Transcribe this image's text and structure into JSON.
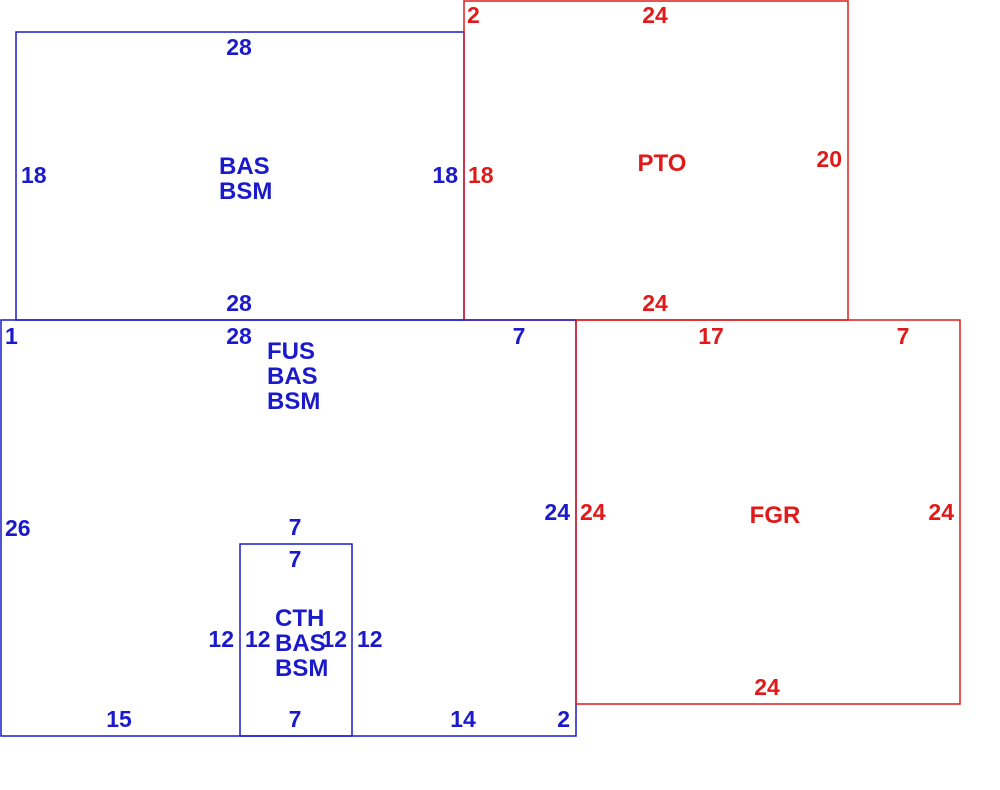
{
  "colors": {
    "living": "#1a1acc",
    "other": "#e01a1a",
    "background": "#ffffff"
  },
  "areas": {
    "upper_left": {
      "codes": [
        "BAS",
        "BSM"
      ],
      "dims": [
        "28",
        "18",
        "18",
        "28"
      ]
    },
    "porch": {
      "codes": [
        "PTO"
      ],
      "dims": [
        "2",
        "24",
        "18",
        "20",
        "24"
      ]
    },
    "main": {
      "codes": [
        "FUS",
        "BAS",
        "BSM"
      ],
      "dims": [
        "1",
        "28",
        "7",
        "26",
        "24",
        "7",
        "15",
        "14",
        "2"
      ]
    },
    "cth": {
      "codes": [
        "CTH",
        "BAS",
        "BSM"
      ],
      "dims": [
        "7",
        "12",
        "12",
        "12",
        "12",
        "7"
      ]
    },
    "garage": {
      "codes": [
        "FGR"
      ],
      "dims": [
        "17",
        "7",
        "24",
        "24",
        "24"
      ]
    }
  }
}
